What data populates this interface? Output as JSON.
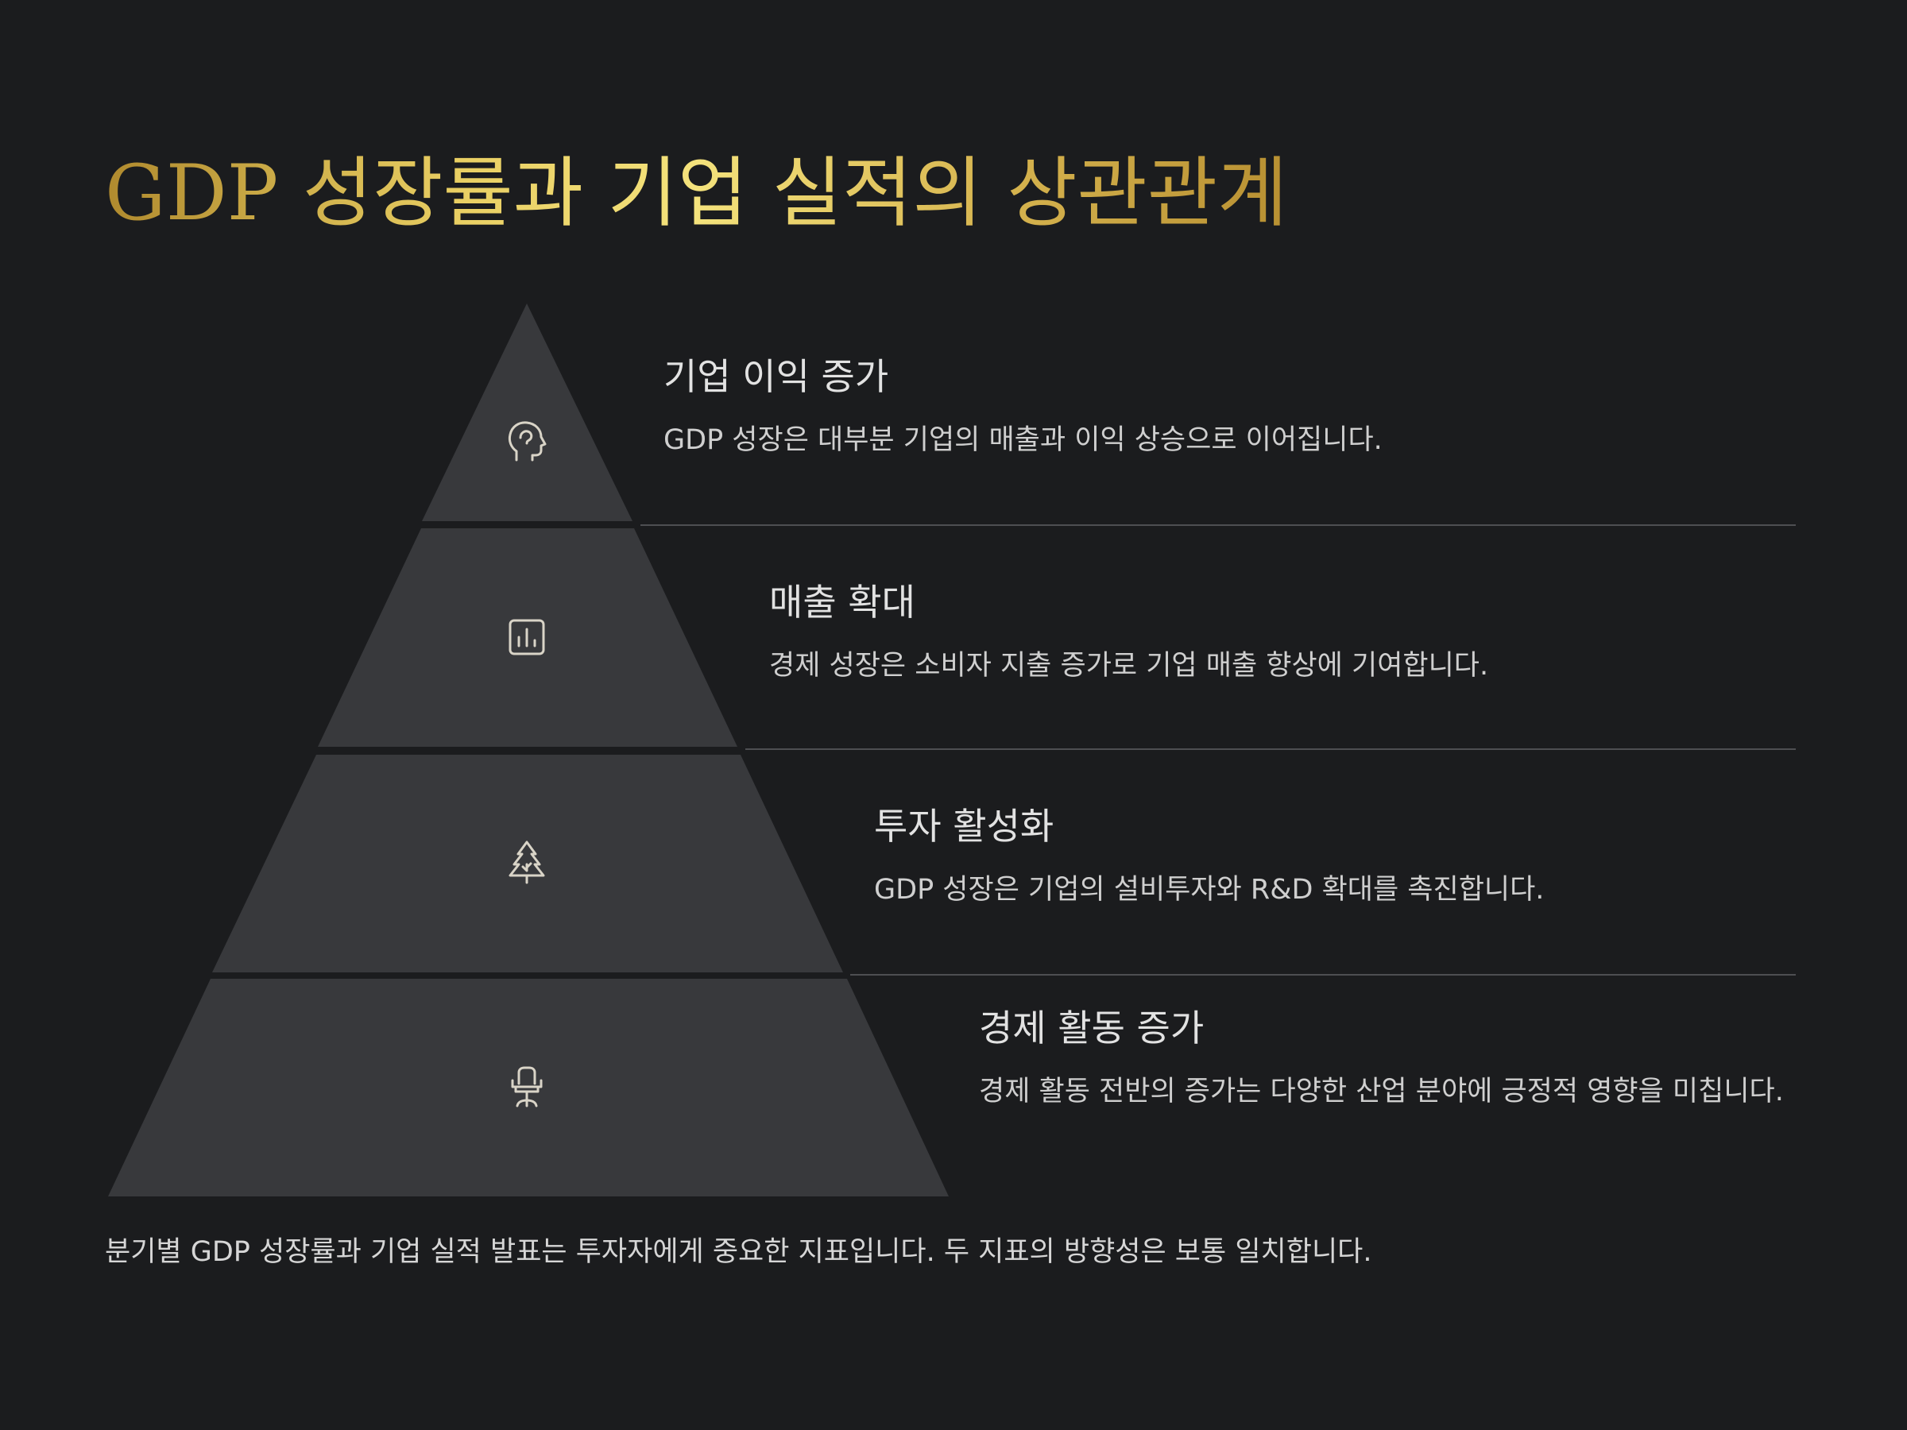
{
  "title": "GDP 성장률과 기업 실적의 상관관계",
  "colors": {
    "background": "#1b1c1e",
    "pyramid_fill": "#38393c",
    "title_gold": "#e9cf63",
    "icon_stroke": "#d9d4c7"
  },
  "levels": [
    {
      "icon": "head-profile-icon",
      "heading": "기업 이익 증가",
      "description": "GDP 성장은 대부분 기업의 매출과 이익 상승으로 이어집니다."
    },
    {
      "icon": "bar-chart-icon",
      "heading": "매출 확대",
      "description": "경제 성장은 소비자 지출 증가로 기업 매출 향상에 기여합니다."
    },
    {
      "icon": "tree-icon",
      "heading": "투자 활성화",
      "description": "GDP 성장은 기업의 설비투자와 R&D 확대를 촉진합니다."
    },
    {
      "icon": "office-chair-icon",
      "heading": "경제 활동 증가",
      "description": "경제 활동 전반의 증가는 다양한 산업 분야에 긍정적 영향을 미칩니다."
    }
  ],
  "footer": "분기별 GDP 성장률과 기업 실적 발표는 투자자에게 중요한 지표입니다. 두 지표의 방향성은 보통 일치합니다."
}
